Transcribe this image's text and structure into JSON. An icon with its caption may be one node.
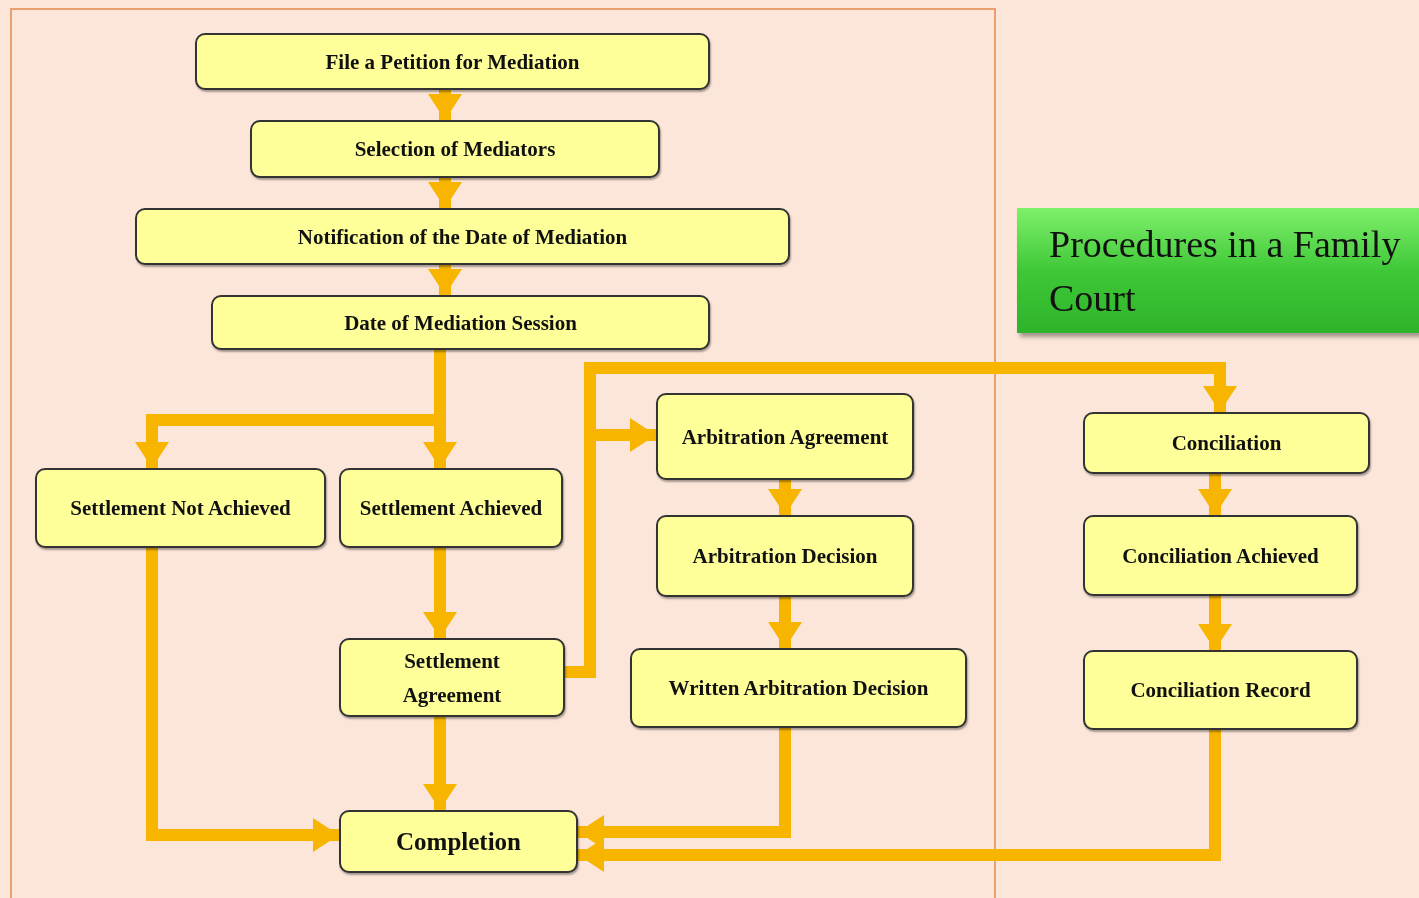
{
  "diagram": {
    "title": "Procedures in a Family Court",
    "nodes": [
      {
        "text": [
          "File a Petition for Mediation"
        ]
      },
      {
        "text": [
          "Selection of Mediators"
        ]
      },
      {
        "text": [
          "Notification of the Date of Mediation"
        ]
      },
      {
        "text": [
          "Date of Mediation Session"
        ]
      },
      {
        "text": [
          "Settlement Not Achieved"
        ]
      },
      {
        "text": [
          "Settlement Achieved"
        ]
      },
      {
        "text": [
          "Settlement Agreement"
        ]
      },
      {
        "text": [
          "Arbitration Agreement"
        ]
      },
      {
        "text": [
          "Arbitration Decision"
        ]
      },
      {
        "text": [
          "Written Arbitration Decision"
        ]
      },
      {
        "text": [
          "Conciliation"
        ]
      },
      {
        "text": [
          "Conciliation Achieved"
        ]
      },
      {
        "text": [
          "Conciliation Record"
        ]
      },
      {
        "text": [
          "Completion"
        ]
      }
    ],
    "edges": [
      {
        "from": 0,
        "to": 1,
        "arrow": "to"
      },
      {
        "from": 1,
        "to": 2,
        "arrow": "to"
      },
      {
        "from": 2,
        "to": 3,
        "arrow": "to"
      },
      {
        "from": 3,
        "to": 4,
        "arrow": "to"
      },
      {
        "from": 3,
        "to": 5,
        "arrow": "to"
      },
      {
        "from": 4,
        "to": 13,
        "arrow": "to"
      },
      {
        "from": 5,
        "to": 6,
        "arrow": "to"
      },
      {
        "from": 6,
        "to": 13,
        "arrow": "to"
      },
      {
        "from": 6,
        "to": 7,
        "arrow": "to"
      },
      {
        "from": 6,
        "to": 10,
        "arrow": "to"
      },
      {
        "from": 7,
        "to": 8,
        "arrow": "to"
      },
      {
        "from": 8,
        "to": 9,
        "arrow": "to"
      },
      {
        "from": 9,
        "to": 13,
        "arrow": "to"
      },
      {
        "from": 10,
        "to": 11,
        "arrow": "to"
      },
      {
        "from": 11,
        "to": 12,
        "arrow": "to"
      },
      {
        "from": 12,
        "to": 13,
        "arrow": "to"
      }
    ]
  }
}
